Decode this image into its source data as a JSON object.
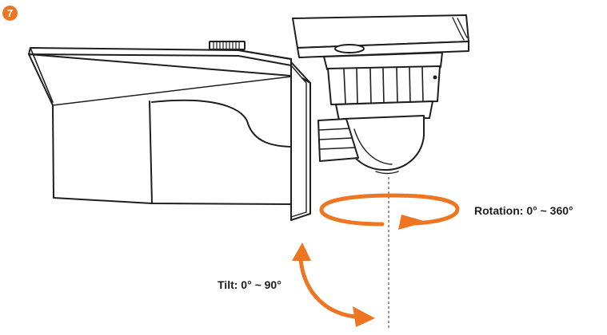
{
  "step": {
    "number": "7"
  },
  "labels": {
    "rotation": "Rotation:  0° ~ 360°",
    "tilt": "Tilt:  0° ~ 90°"
  },
  "colors": {
    "accent": "#EE7623",
    "line": "#1e1e1e",
    "fill": "#ffffff"
  },
  "icons": {
    "step": "circled-number-7",
    "rotation": "circular-rotation-arrow",
    "tilt": "curved-double-headed-arrow"
  }
}
